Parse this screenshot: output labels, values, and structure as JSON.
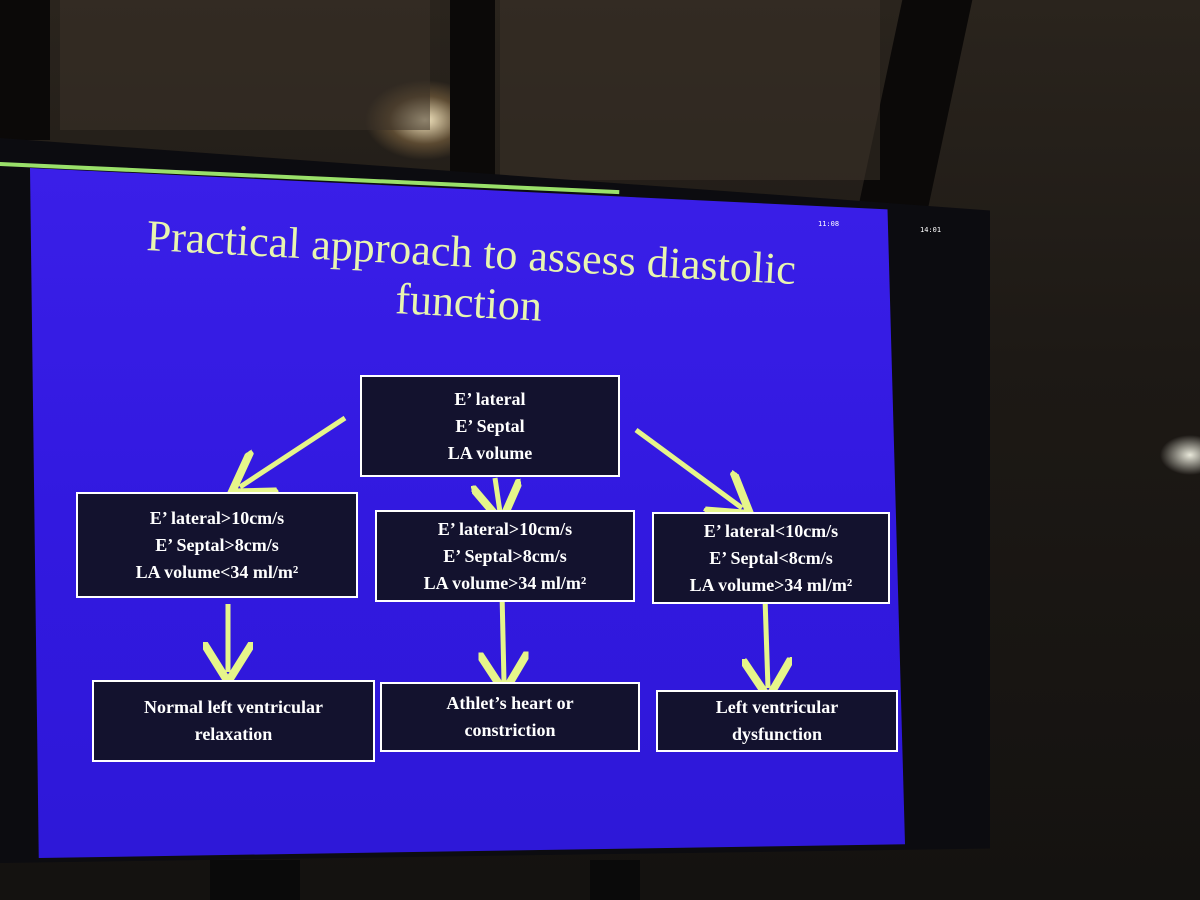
{
  "slide": {
    "title_line1": "Practical approach to assess diastolic",
    "title_line2": "function",
    "clock_left": "11:08",
    "clock_right": "14:01",
    "root_box": [
      "E’ lateral",
      "E’ Septal",
      "LA volume"
    ],
    "criteria_boxes": [
      [
        "E’ lateral>10cm/s",
        "E’ Septal>8cm/s",
        "LA volume<34 ml/m²"
      ],
      [
        "E’ lateral>10cm/s",
        "E’ Septal>8cm/s",
        "LA volume>34 ml/m²"
      ],
      [
        "E’ lateral<10cm/s",
        "E’ Septal<8cm/s",
        "LA volume>34 ml/m²"
      ]
    ],
    "outcome_boxes": [
      [
        "Normal left ventricular",
        "relaxation"
      ],
      [
        "Athlet’s heart or",
        "constriction"
      ],
      [
        "Left ventricular",
        "dysfunction"
      ]
    ]
  },
  "colors": {
    "slide_background": "#3219e0",
    "title_text": "#e8f5b0",
    "box_fill": "#13122e",
    "box_text": "#ffffff",
    "arrow": "#e6f58a",
    "progress_bar": "#9ae06a"
  }
}
